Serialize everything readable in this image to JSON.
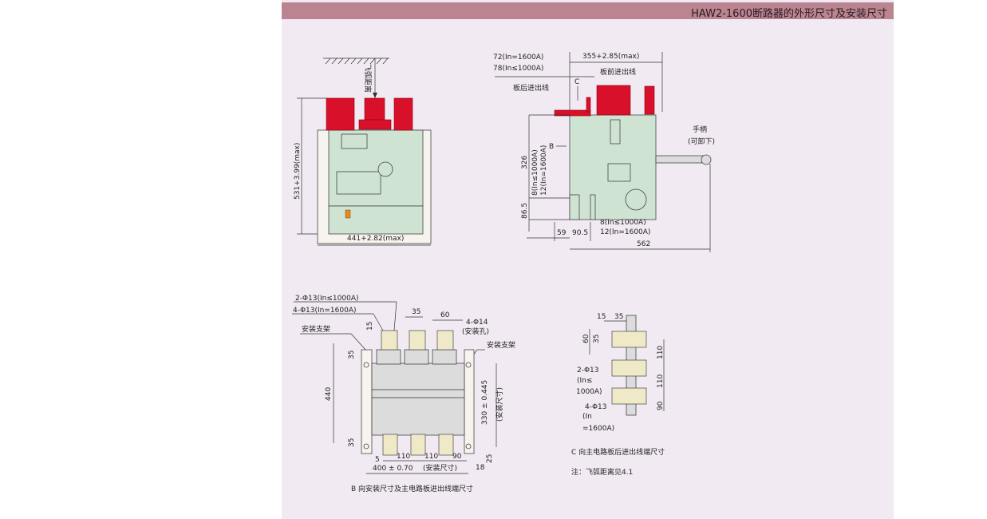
{
  "header": {
    "title": "HAW2-1600断路器的外形尺寸及安装尺寸"
  },
  "colors": {
    "header_bg": "#bb8491",
    "panel_bg": "#f2eaf3",
    "body_green": "#cfe3d3",
    "terminal_red": "#d9102a"
  },
  "front_view": {
    "arc_distance": "飞弧距离",
    "height": "531+3.99(max)",
    "width": "441+2.82(max)"
  },
  "side_view": {
    "offset_1600": "72(In=1600A)",
    "offset_1000": "78(In≤1000A)",
    "depth_top": "355+2.85(max)",
    "view_c": "C",
    "front_wiring": "板前进出线",
    "rear_wiring": "板后进出线",
    "view_b": "B",
    "handle": "手柄",
    "handle_note": "(可卸下)",
    "h326": "326",
    "v8": "8(In≤1000A)",
    "v12": "12(In=1600A)",
    "h86": "86.5",
    "d59": "59",
    "d90": "90.5",
    "b8": "8(In≤1000A)",
    "b12": "12(In=1600A)",
    "total": "562"
  },
  "view_b": {
    "hole_1000": "2-Φ13(In≤1000A)",
    "hole_1600": "4-Φ13(In=1600A)",
    "d35": "35",
    "d60": "60",
    "mount_hole": "4-Φ14",
    "mount_hole_note": "(安装孔)",
    "bracket_left": "安装支架",
    "bracket_right": "安装支架",
    "d15": "15",
    "d35a": "35",
    "h440": "440",
    "h330": "330 ± 0.445",
    "h330_note": "(安装尺寸)",
    "d35b": "35",
    "d5": "5",
    "d110a": "110",
    "d110b": "110",
    "d90": "90",
    "d25": "25",
    "w400": "400 ± 0.70",
    "w400_note": "(安装尺寸)",
    "d18": "18",
    "caption": "B 向安装尺寸及主电路板进出线端尺寸"
  },
  "view_c": {
    "d15": "15",
    "d35": "35",
    "d60": "60",
    "d35v": "35",
    "d110a": "110",
    "d110b": "110",
    "d90": "90",
    "hole_a1": "2-Φ13",
    "hole_a2": "(In≤",
    "hole_a3": "1000A)",
    "hole_b1": "4-Φ13",
    "hole_b2": "(In",
    "hole_b3": "=1600A)",
    "caption": "C 向主电路板后进出线端尺寸",
    "note": "注：飞弧距离见4.1"
  }
}
